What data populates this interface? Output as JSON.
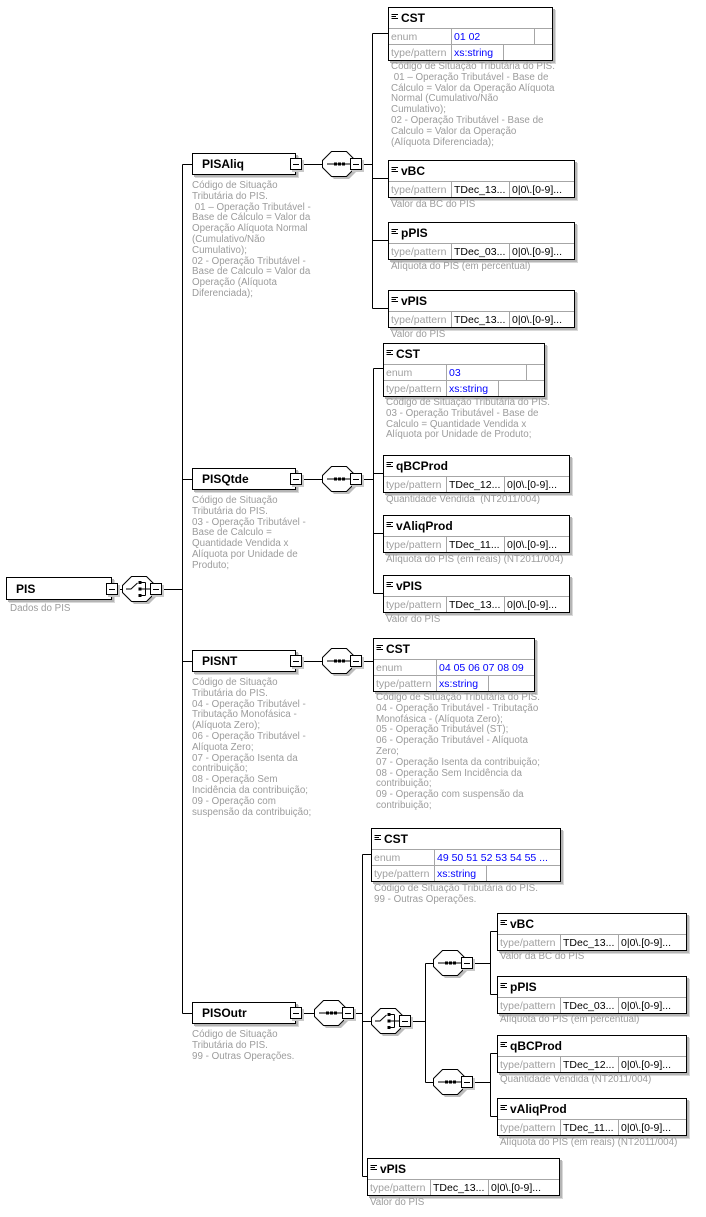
{
  "root": {
    "label": "PIS",
    "annotation": "Dados do PIS"
  },
  "labels": {
    "enum": "enum",
    "type_pattern": "type/pattern"
  },
  "branches": {
    "pisaliq": {
      "label": "PISAliq",
      "annotation": "Código de Situação\nTributária do PIS.\n 01 – Operação Tributável -\nBase de Cálculo = Valor da\nOperação Alíquota Normal\n(Cumulativo/Não\nCumulativo);\n02 - Operação Tributável -\nBase de Calculo = Valor da\nOperação (Alíquota\nDiferenciada);"
    },
    "pisqtde": {
      "label": "PISQtde",
      "annotation": "Código de Situação\nTributária do PIS.\n03 - Operação Tributável -\nBase de Calculo =\nQuantidade Vendida x\nAlíquota por Unidade de\nProduto;"
    },
    "pisnt": {
      "label": "PISNT",
      "annotation": "Código de Situação\nTributária do PIS.\n04 - Operação Tributável -\nTributação Monofásica -\n(Alíquota Zero);\n06 - Operação Tributável -\nAlíquota Zero;\n07 - Operação Isenta da\ncontribuição;\n08 - Operação Sem\nIncidência da contribuição;\n09 - Operação com\nsuspensão da contribuição;"
    },
    "pisoutr": {
      "label": "PISOutr",
      "annotation": "Código de Situação\nTributária do PIS.\n99 - Outras Operações."
    }
  },
  "boxes": {
    "cst_aliq": {
      "name": "CST",
      "enum": "01 02",
      "type": "xs:string",
      "annotation": "Código de Situação Tributária do PIS.\n 01 – Operação Tributável - Base de\nCálculo = Valor da Operação Alíquota\nNormal (Cumulativo/Não\nCumulativo);\n02 - Operação Tributável - Base de\nCalculo = Valor da Operação\n(Alíquota Diferenciada);"
    },
    "vbc_aliq": {
      "name": "vBC",
      "type": "TDec_13...",
      "pattern": "0|0\\.[0-9]...",
      "annotation": "Valor da BC do PIS"
    },
    "ppis_aliq": {
      "name": "pPIS",
      "type": "TDec_03...",
      "pattern": "0|0\\.[0-9]...",
      "annotation": "Alíquota do PIS (em percentual)"
    },
    "vpis_aliq": {
      "name": "vPIS",
      "type": "TDec_13...",
      "pattern": "0|0\\.[0-9]...",
      "annotation": "Valor do PIS"
    },
    "cst_qtde": {
      "name": "CST",
      "enum": "03",
      "type": "xs:string",
      "annotation": "Código de Situação Tributária do PIS.\n03 - Operação Tributável - Base de\nCalculo = Quantidade Vendida x\nAlíquota por Unidade de Produto;"
    },
    "qbcprod_qtde": {
      "name": "qBCProd",
      "type": "TDec_12...",
      "pattern": "0|0\\.[0-9]...",
      "annotation": "Quantidade Vendida  (NT2011/004)"
    },
    "valiqprod_qtde": {
      "name": "vAliqProd",
      "type": "TDec_11...",
      "pattern": "0|0\\.[0-9]...",
      "annotation": "Alíquota do PIS (em reais) (NT2011/004)"
    },
    "vpis_qtde": {
      "name": "vPIS",
      "type": "TDec_13...",
      "pattern": "0|0\\.[0-9]...",
      "annotation": "Valor do PIS"
    },
    "cst_nt": {
      "name": "CST",
      "enum": "04 05 06 07 08 09",
      "type": "xs:string",
      "annotation": "Código de Situação Tributária do PIS.\n04 - Operação Tributável - Tributação\nMonofásica - (Alíquota Zero);\n05 - Operação Tributável (ST);\n06 - Operação Tributável - Alíquota\nZero;\n07 - Operação Isenta da contribuição;\n08 - Operação Sem Incidência da\ncontribuição;\n09 - Operação com suspensão da\ncontribuição;"
    },
    "cst_outr": {
      "name": "CST",
      "enum": "49 50 51 52 53 54 55 ...",
      "type": "xs:string",
      "annotation": "Código de Situação Tributária do PIS.\n99 - Outras Operações."
    },
    "vbc_outr": {
      "name": "vBC",
      "type": "TDec_13...",
      "pattern": "0|0\\.[0-9]...",
      "annotation": "Valor da BC do PIS"
    },
    "ppis_outr": {
      "name": "pPIS",
      "type": "TDec_03...",
      "pattern": "0|0\\.[0-9]...",
      "annotation": "Alíquota do PIS (em percentual)"
    },
    "qbcprod_outr": {
      "name": "qBCProd",
      "type": "TDec_12...",
      "pattern": "0|0\\.[0-9]...",
      "annotation": "Quantidade Vendida (NT2011/004)"
    },
    "valiqprod_outr": {
      "name": "vAliqProd",
      "type": "TDec_11...",
      "pattern": "0|0\\.[0-9]...",
      "annotation": "Alíquota do PIS (em reais) (NT2011/004)"
    },
    "vpis_outr": {
      "name": "vPIS",
      "type": "TDec_13...",
      "pattern": "0|0\\.[0-9]...",
      "annotation": "Valor do PIS"
    }
  },
  "icons": {
    "choice": "choice-compositor",
    "sequence": "sequence-compositor",
    "collapse": "collapse-handle",
    "annotation_marker": "annotation-lines"
  },
  "colors": {
    "value_blue": "#0000ff",
    "annotation_gray": "#9c9c9c",
    "border_black": "#000000",
    "shadow_gray": "#bdbdbd",
    "cell_border_gray": "#a6a6a6"
  }
}
